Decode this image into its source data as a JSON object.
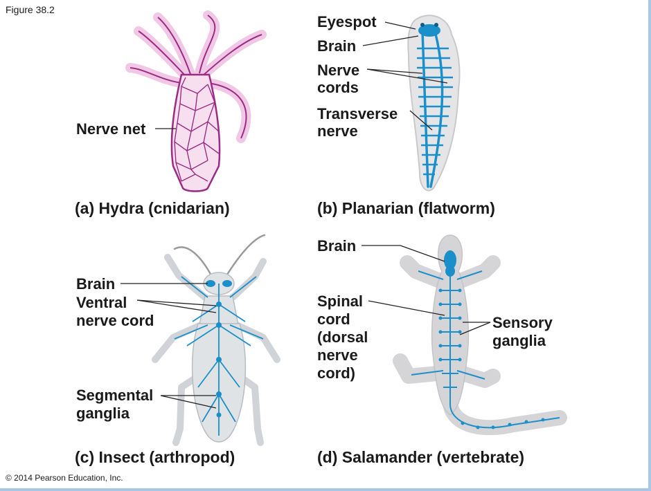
{
  "figure_label": "Figure 38.2",
  "credit": "© 2014 Pearson Education, Inc.",
  "colors": {
    "nerve_blue": "#1b8fc9",
    "hydra_purple": "#9b2c83",
    "body_gray": "#d5d5d8",
    "frame_blue": "#a9c7e6"
  },
  "panels": {
    "a": {
      "caption": "(a) Hydra (cnidarian)",
      "labels": {
        "nerve_net": "Nerve net"
      }
    },
    "b": {
      "caption": "(b) Planarian (flatworm)",
      "labels": {
        "eyespot": "Eyespot",
        "brain": "Brain",
        "nerve_cords_1": "Nerve",
        "nerve_cords_2": "cords",
        "transverse_1": "Transverse",
        "transverse_2": "nerve"
      }
    },
    "c": {
      "caption": "(c) Insect (arthropod)",
      "labels": {
        "brain": "Brain",
        "ventral_1": "Ventral",
        "ventral_2": "nerve cord",
        "segmental_1": "Segmental",
        "segmental_2": "ganglia"
      }
    },
    "d": {
      "caption": "(d) Salamander (vertebrate)",
      "labels": {
        "brain": "Brain",
        "spinal_1": "Spinal",
        "spinal_2": "cord",
        "spinal_3": "(dorsal",
        "spinal_4": "nerve",
        "spinal_5": "cord)",
        "sensory_1": "Sensory",
        "sensory_2": "ganglia"
      }
    }
  }
}
